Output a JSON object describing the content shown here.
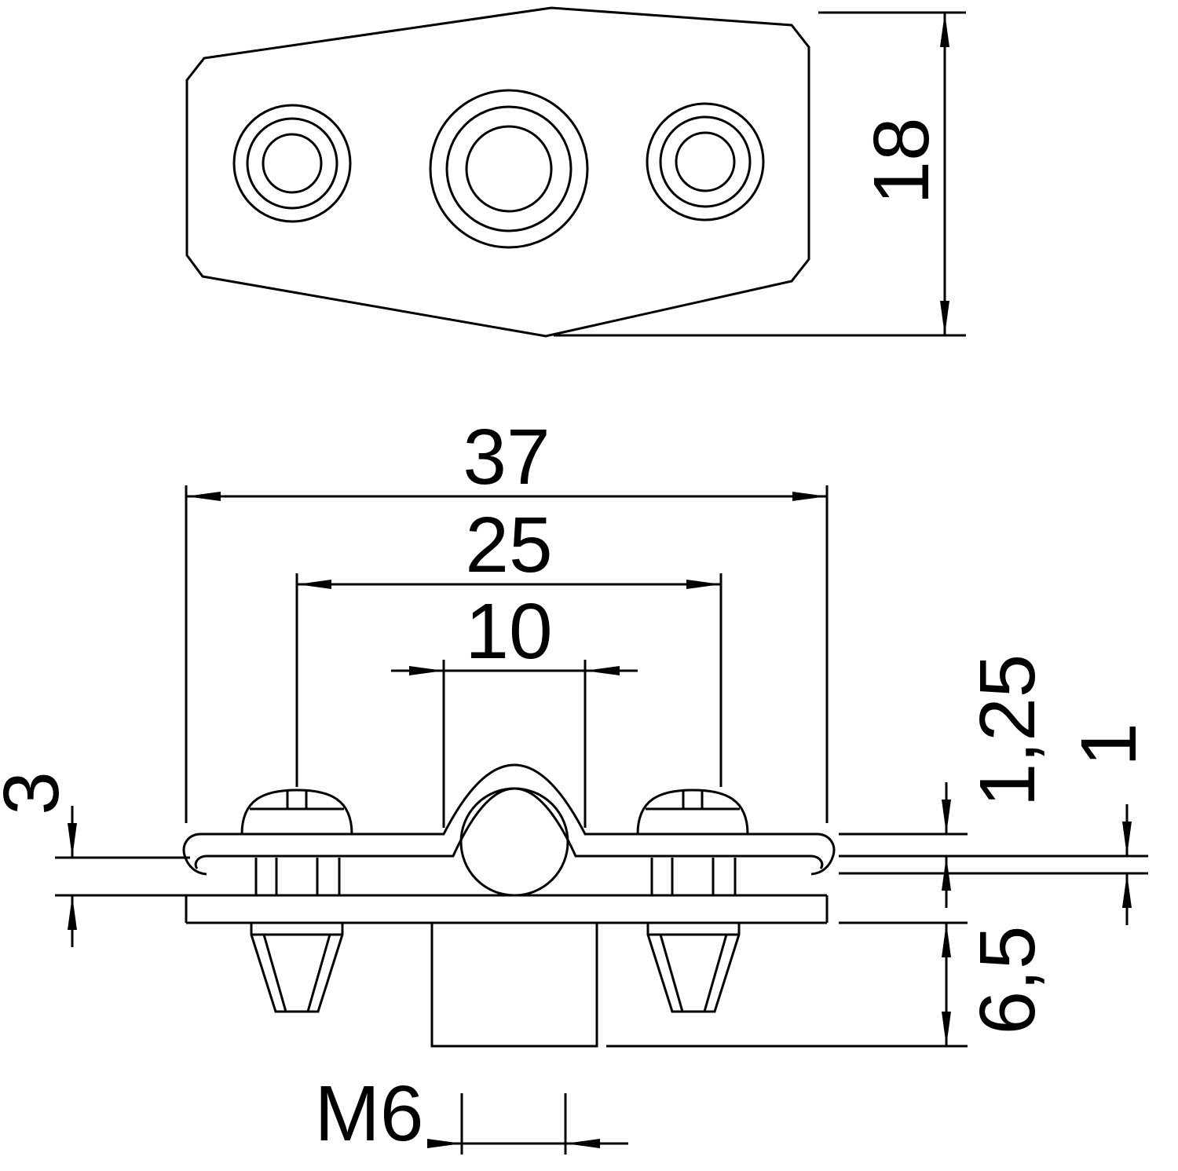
{
  "drawing_type": "technical-dimension-drawing",
  "colors": {
    "background": "#ffffff",
    "line": "#000000"
  },
  "dimensions": {
    "plate_width": {
      "label": "18"
    },
    "overall_length": {
      "label": "37"
    },
    "screw_spacing": {
      "label": "25"
    },
    "clamp_width": {
      "label": "10"
    },
    "spacer_height": {
      "label": "3"
    },
    "strip_thickness": {
      "label": "1,25"
    },
    "sheet_thickness": {
      "label": "1"
    },
    "boss_height": {
      "label": "6,5"
    },
    "thread_size": {
      "label": "M6"
    }
  }
}
